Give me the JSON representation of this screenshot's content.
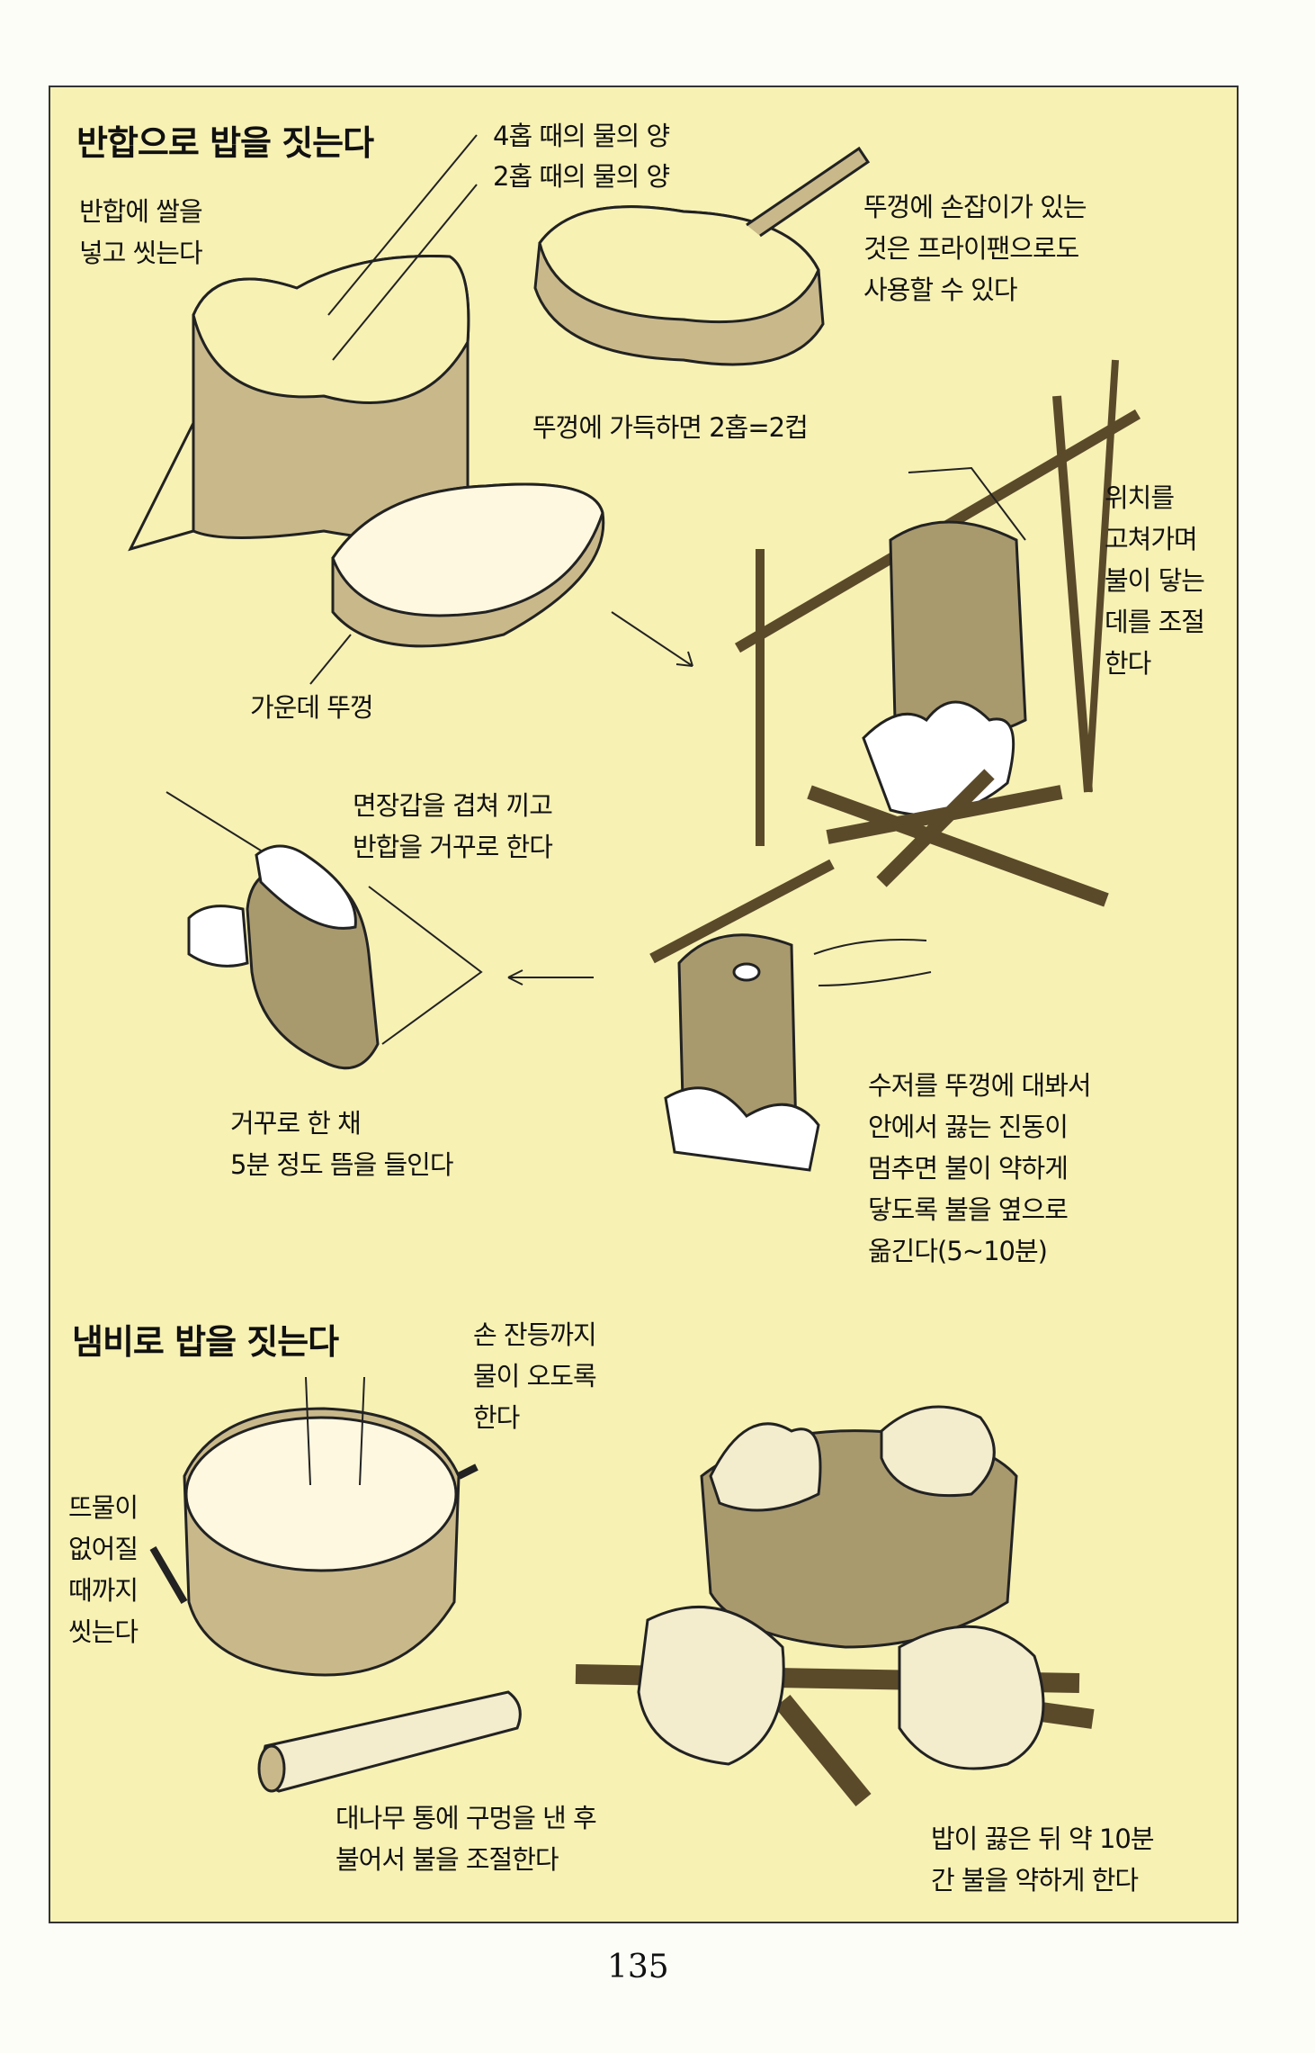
{
  "section1": {
    "title": "반합으로 밥을 짓는다",
    "water_4hop": "4홉 때의 물의 양",
    "water_2hop": "2홉 때의 물의 양",
    "wash_rice": "반합에 쌀을\n넣고 씻는다",
    "lid_handle": "뚜껑에 손잡이가 있는\n것은 프라이팬으로도\n사용할 수 있다",
    "lid_full": "뚜껑에 가득하면 2홉=2컵",
    "adjust_position": "위치를\n고쳐가며\n불이 닿는\n데를 조절\n한다",
    "middle_lid": "가운데 뚜껑",
    "gloves": "면장갑을 겹쳐 끼고\n반합을 거꾸로 한다",
    "steam": "거꾸로 한 채\n5분 정도 뜸을 들인다",
    "spoon_check": "수저를 뚜껑에 대봐서\n안에서 끓는 진동이\n멈추면 불이 약하게\n닿도록 불을 옆으로\n옮긴다(5~10분)"
  },
  "section2": {
    "title": "냄비로 밥을 짓는다",
    "hand_water": "손 잔등까지\n물이 오도록\n한다",
    "wash_until": "뜨물이\n없어질\n때까지\n씻는다",
    "bamboo": "대나무 통에 구멍을 낸 후\n불어서 불을 조절한다",
    "after_boil": "밥이 끓은 뒤 약 10분\n간 불을 약하게 한다"
  },
  "page_number": "135"
}
